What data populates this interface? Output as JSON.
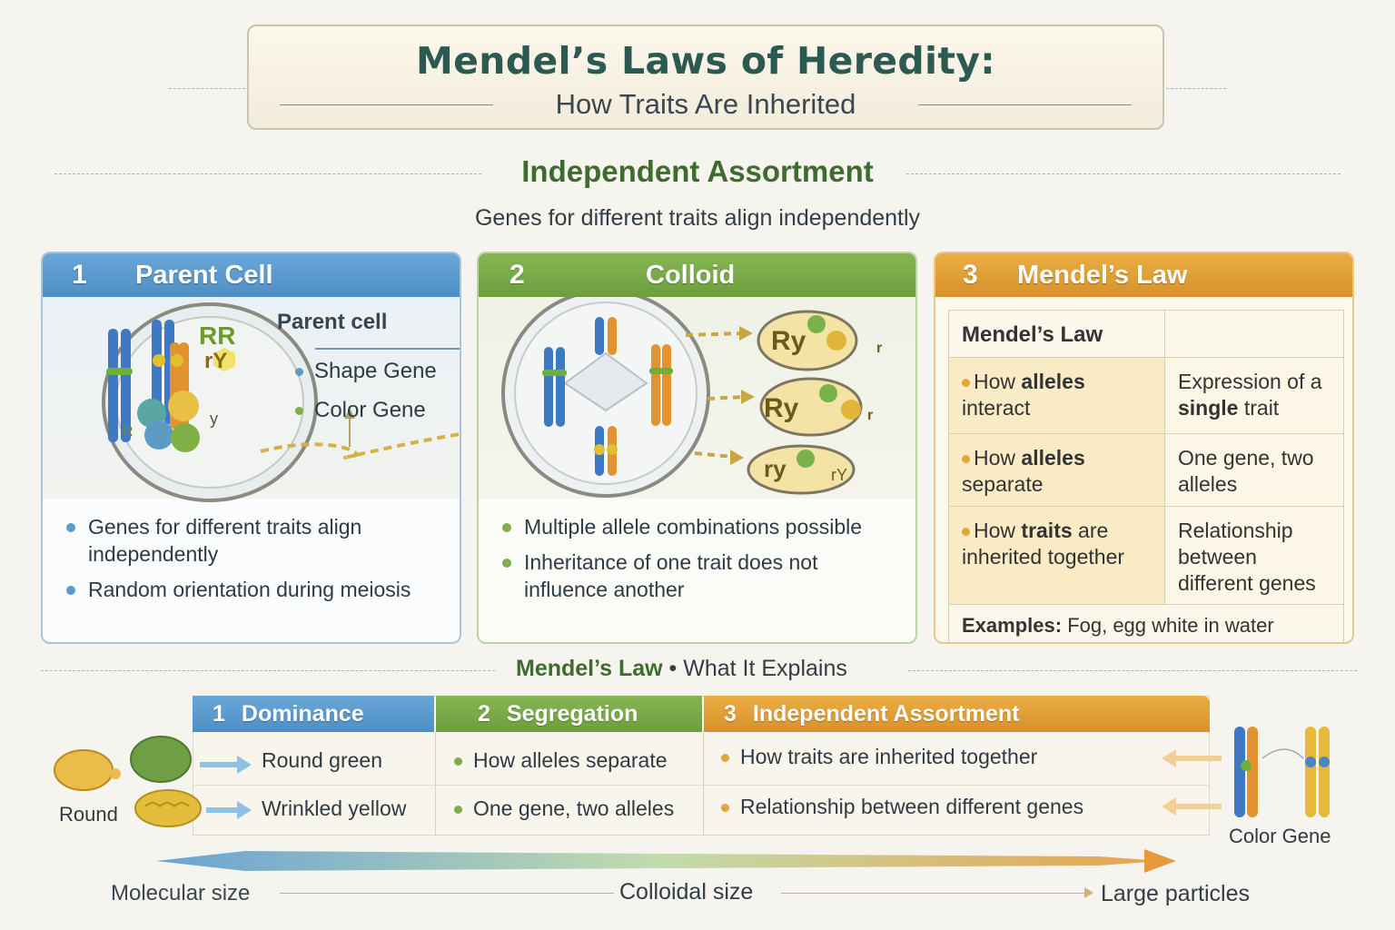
{
  "header": {
    "title": "Mendel’s Laws of Heredity:",
    "subtitle": "How Traits Are Inherited"
  },
  "section": {
    "title": "Independent Assortment",
    "subtitle": "Genes for different traits align independently"
  },
  "panels": [
    {
      "number": "1",
      "heading": "Parent Cell",
      "color": "#5c9bd0",
      "illustration_label": "Parent cell",
      "legend": [
        "Shape Gene",
        "Color Gene"
      ],
      "allele_labels": [
        "RR",
        "rY",
        "R",
        "y"
      ],
      "bullets": [
        "Genes for different traits align independently",
        "Random orientation during meiosis"
      ]
    },
    {
      "number": "2",
      "heading": "Colloid",
      "color": "#79a947",
      "gametes": [
        {
          "left": "Ry",
          "right": "r"
        },
        {
          "left": "Ry",
          "right": "r"
        },
        {
          "left": "ry",
          "right": "rY"
        }
      ],
      "bullets": [
        "Multiple allele combinations possible",
        "Inheritance of one trait does not influence another"
      ]
    },
    {
      "number": "3",
      "heading": "Mendel’s Law",
      "color": "#e0a033",
      "table_header": "Mendel’s Law",
      "rows": [
        {
          "left_pre": "How ",
          "left_bold": "alleles",
          "left_post": " interact",
          "right_pre": "Expression of a ",
          "right_bold": "single",
          "right_post": " trait"
        },
        {
          "left_pre": "How ",
          "left_bold": "alleles",
          "left_post": " separate",
          "right_pre": "One gene, two alleles",
          "right_bold": "",
          "right_post": ""
        },
        {
          "left_pre": "How ",
          "left_bold": "traits",
          "left_post": " are inherited together",
          "right_pre": "Relationship between different genes",
          "right_bold": "",
          "right_post": ""
        }
      ],
      "examples_label": "Examples:",
      "examples_text": "Fog, egg white in water"
    }
  ],
  "bottom": {
    "title_bold": "Mendel’s Law",
    "title_rest": " • What It Explains",
    "columns": [
      {
        "number": "1",
        "heading": "Dominance",
        "color": "#5f9fd3",
        "rows": [
          "Round green",
          "Wrinkled yellow"
        ]
      },
      {
        "number": "2",
        "heading": "Segregation",
        "color": "#7ead4b",
        "rows": [
          "How alleles separate",
          "One gene, two alleles"
        ]
      },
      {
        "number": "3",
        "heading": "Independent Assortment",
        "color": "#e4a53c",
        "rows": [
          "How traits are inherited together",
          "Relationship between different genes"
        ]
      }
    ],
    "left_label": "Round",
    "right_label": "Color Gene"
  },
  "scale": {
    "left": "Molecular size",
    "middle": "Colloidal size",
    "right": "Large particles"
  }
}
